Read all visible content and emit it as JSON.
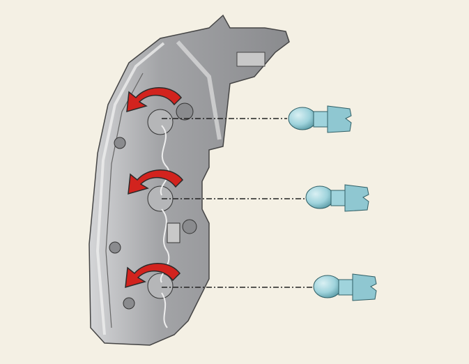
{
  "colors": {
    "background": "#f4f0e4",
    "housing": "#9a9b9d",
    "housing_dark": "#6e6f72",
    "housing_light": "#c9cacc",
    "arrow": "#d2231e",
    "arrow_outline": "#2a2a2a",
    "bulb": "#9fd3dc",
    "bulb_dark": "#5e9ea9",
    "dash_line": "#222222"
  },
  "bulbs": [
    {
      "id": "upper"
    },
    {
      "id": "middle"
    },
    {
      "id": "lower"
    }
  ]
}
